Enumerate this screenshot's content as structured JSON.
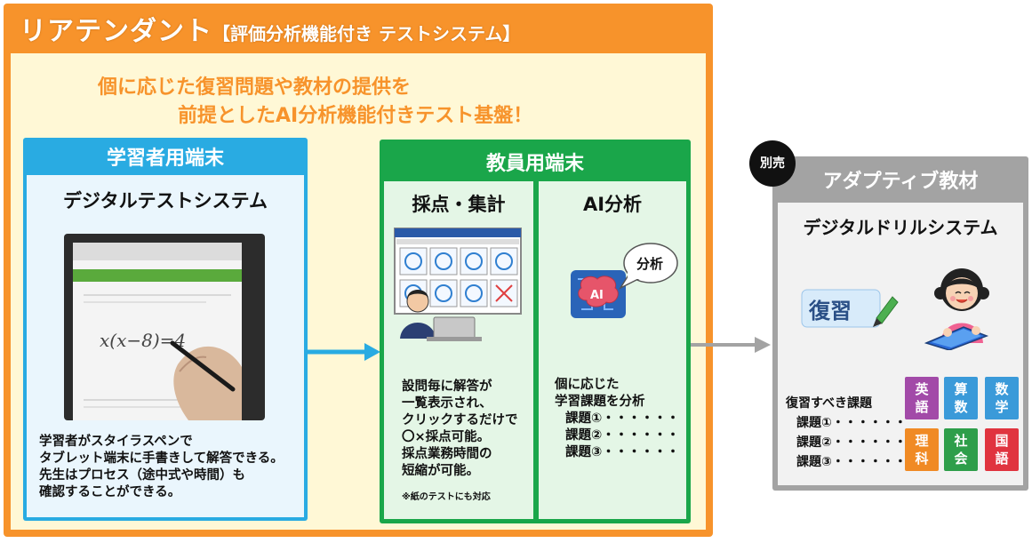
{
  "header": {
    "title": "リアテンダント",
    "subtitle": "【評価分析機能付き テストシステム】"
  },
  "tagline": {
    "line1": "個に応じた復習問題や教材の提供を",
    "line2": "前提としたAI分析機能付きテスト基盤！"
  },
  "learner": {
    "header": "学習者用端末",
    "subtitle": "デジタルテストシステム",
    "handwriting": "x(x−8)=4",
    "description": [
      "学習者がスタイラスペンで",
      "タブレット端末に手書きして解答できる。",
      "先生はプロセス（途中式や時間）も",
      "確認することができる。"
    ]
  },
  "teacher": {
    "header": "教員用端末",
    "grading": {
      "title": "採点・集計",
      "description": [
        "設問毎に解答が",
        "一覧表示され、",
        "クリックするだけで",
        "〇×採点可能。",
        "採点業務時間の",
        "短縮が可能。"
      ],
      "note": "※紙のテストにも対応"
    },
    "ai": {
      "title": "AI分析",
      "bubble": "分析",
      "brain_label": "AI",
      "description": [
        "個に応じた",
        "学習課題を分析",
        "課題①・・・・・・",
        "課題②・・・・・・",
        "課題③・・・・・・"
      ]
    }
  },
  "adaptive": {
    "badge": "別売",
    "header": "アダプティブ教材",
    "subtitle": "デジタルドリルシステム",
    "review_icon": "復習",
    "review_tasks": [
      "復習すべき課題",
      "課題①・・・・・・",
      "課題②・・・・・・",
      "課題③・・・・・・"
    ],
    "subjects": [
      {
        "label": "英語",
        "color": "#a24aa8"
      },
      {
        "label": "算数",
        "color": "#3a9ad9"
      },
      {
        "label": "数学",
        "color": "#3a9ad9"
      },
      {
        "label": "理科",
        "color": "#f08a24"
      },
      {
        "label": "社会",
        "color": "#2e9e4a"
      },
      {
        "label": "国語",
        "color": "#e0343f"
      }
    ]
  },
  "colors": {
    "main_frame": "#f7932b",
    "learner": "#29abe2",
    "teacher": "#1aa64a",
    "adaptive": "#a3a3a3"
  }
}
